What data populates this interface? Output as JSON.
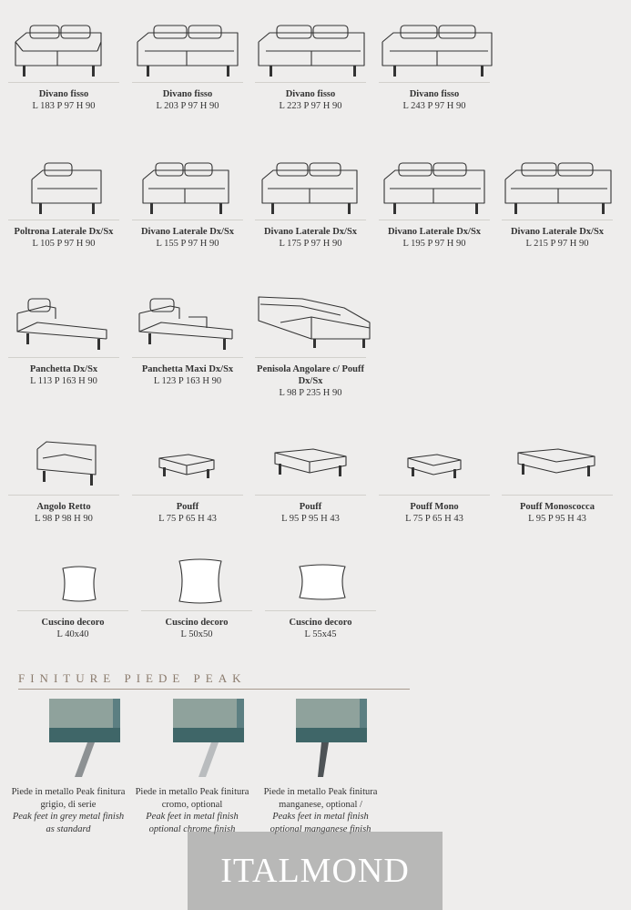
{
  "rows": [
    [
      {
        "name": "Divano fisso",
        "dims": "L 183 P 97 H 90",
        "icon": "sofa-2-seat"
      },
      {
        "name": "Divano fisso",
        "dims": "L 203 P 97 H 90",
        "icon": "sofa-2-seat"
      },
      {
        "name": "Divano fisso",
        "dims": "L 223 P 97 H 90",
        "icon": "sofa-2-seat"
      },
      {
        "name": "Divano fisso",
        "dims": "L 243 P 97 H 90",
        "icon": "sofa-2-seat"
      }
    ],
    [
      {
        "name": "Poltrona Laterale Dx/Sx",
        "dims": "L 105 P 97 H 90",
        "icon": "armchair-side"
      },
      {
        "name": "Divano Laterale Dx/Sx",
        "dims": "L 155 P 97 H 90",
        "icon": "sofa-side"
      },
      {
        "name": "Divano Laterale Dx/Sx",
        "dims": "L 175 P 97 H 90",
        "icon": "sofa-side"
      },
      {
        "name": "Divano Laterale Dx/Sx",
        "dims": "L 195 P 97 H 90",
        "icon": "sofa-side"
      },
      {
        "name": "Divano Laterale Dx/Sx",
        "dims": "L 215 P 97 H 90",
        "icon": "sofa-side"
      }
    ],
    [
      {
        "name": "Panchetta Dx/Sx",
        "dims": "L 113 P 163 H 90",
        "icon": "chaise"
      },
      {
        "name": "Panchetta Maxi Dx/Sx",
        "dims": "L 123 P 163 H 90",
        "icon": "chaise-maxi"
      },
      {
        "name": "Penisola Angolare c/ Pouff Dx/Sx",
        "dims": "L 98 P 235 H 90",
        "icon": "corner-peninsula"
      }
    ],
    [
      {
        "name": "Angolo Retto",
        "dims": "L 98 P 98 H 90",
        "icon": "corner"
      },
      {
        "name": "Pouff",
        "dims": "L 75 P 65 H 43",
        "icon": "pouf"
      },
      {
        "name": "Pouff",
        "dims": "L 95 P 95 H 43",
        "icon": "pouf"
      },
      {
        "name": "Pouff Mono",
        "dims": "L 75 P 65 H 43",
        "icon": "pouf"
      },
      {
        "name": "Pouff Monoscocca",
        "dims": "L 95 P 95 H 43",
        "icon": "pouf"
      }
    ],
    [
      {
        "name": "Cuscino decoro",
        "dims": "L 40x40",
        "icon": "cushion"
      },
      {
        "name": "Cuscino decoro",
        "dims": "L 50x50",
        "icon": "cushion"
      },
      {
        "name": "Cuscino decoro",
        "dims": "L 55x45",
        "icon": "cushion"
      }
    ]
  ],
  "finishes_title": "FINITURE PIEDE PEAK",
  "finishes": [
    {
      "it": "Piede in metallo Peak finitura grigio, di serie",
      "en": "Peak feet in grey metal finish as standard",
      "foot_color": "#8d9193"
    },
    {
      "it": "Piede in metallo Peak finitura cromo, optional",
      "en": "Peak feet in metal finish optional chrome finish",
      "foot_color": "#b9bcbe"
    },
    {
      "it": "Piede in metallo Peak finitura manganese, optional /",
      "en": "Peaks feet in metal finish optional manganese finish",
      "foot_color": "#4e5356"
    }
  ],
  "watermark": "ITALMOND"
}
